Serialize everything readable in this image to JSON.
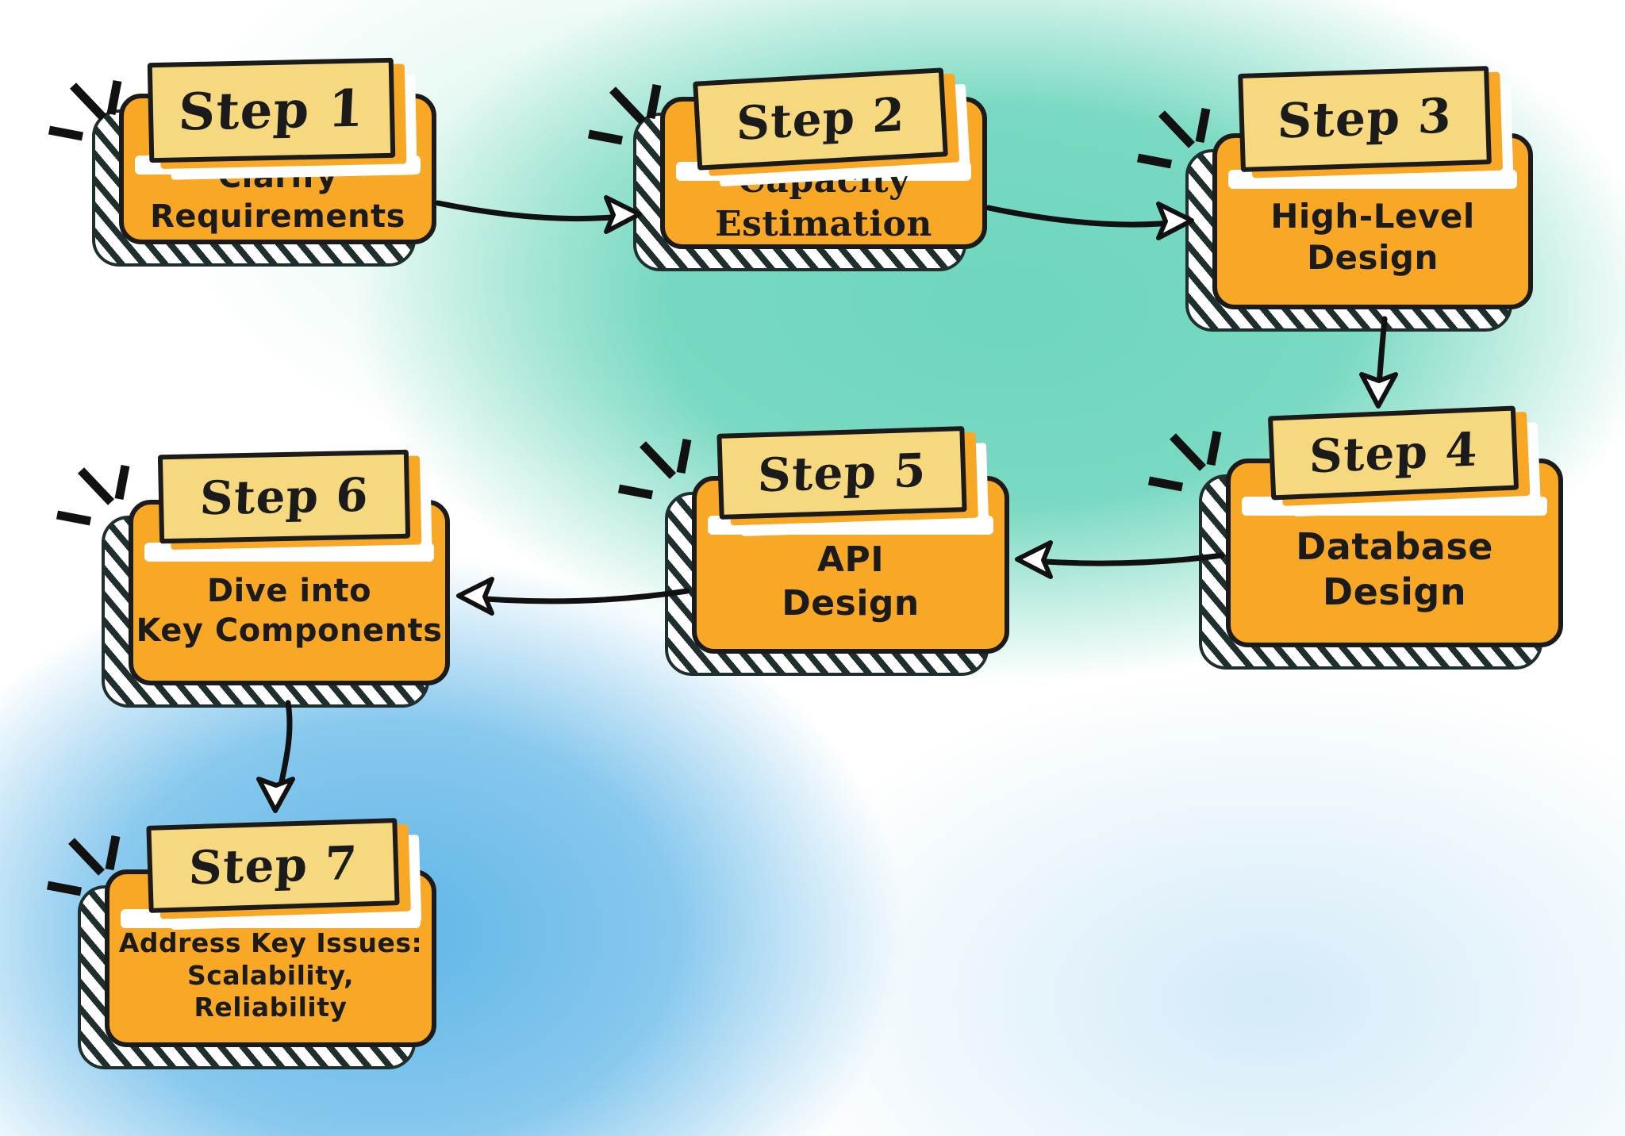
{
  "palette": {
    "box_fill": "#F9A826",
    "banner_fill": "#F6D87F",
    "outline": "#1B1B1B",
    "hatch": "#1F2F2F",
    "arrow": "#111111",
    "text": "#1B1B1B",
    "background_teal": "#6ED6BD",
    "background_blue": "#60B6E8"
  },
  "steps": [
    {
      "banner_label": "Step 1",
      "title_line1": "Clarify",
      "title_line2": "Requirements"
    },
    {
      "banner_label": "Step 2",
      "title_line1": "Capacity",
      "title_line2": "Estimation"
    },
    {
      "banner_label": "Step 3",
      "title_line1": "High-Level",
      "title_line2": "Design"
    },
    {
      "banner_label": "Step 4",
      "title_line1": "Database",
      "title_line2": "Design"
    },
    {
      "banner_label": "Step 5",
      "title_line1": "API",
      "title_line2": "Design"
    },
    {
      "banner_label": "Step 6",
      "title_line1": "Dive into",
      "title_line2": "Key Components"
    },
    {
      "banner_label": "Step 7",
      "title_line1": "Address Key Issues:",
      "title_line2": "Scalability, Reliability"
    }
  ],
  "flow": [
    {
      "from": "Step 1",
      "to": "Step 2"
    },
    {
      "from": "Step 2",
      "to": "Step 3"
    },
    {
      "from": "Step 3",
      "to": "Step 4"
    },
    {
      "from": "Step 4",
      "to": "Step 5"
    },
    {
      "from": "Step 5",
      "to": "Step 6"
    },
    {
      "from": "Step 6",
      "to": "Step 7"
    }
  ]
}
